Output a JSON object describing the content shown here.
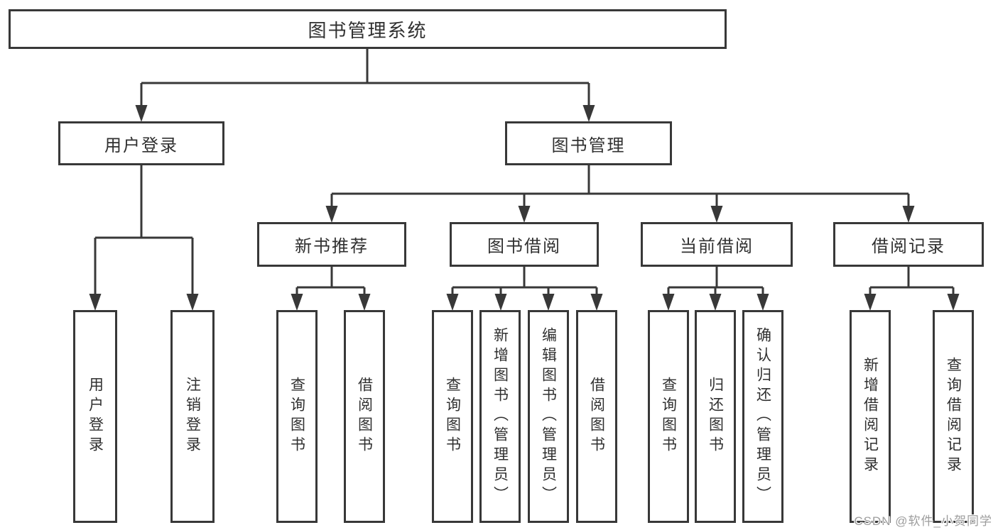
{
  "diagram": {
    "root": {
      "label": "图书管理系统"
    },
    "level2": {
      "user_login": {
        "label": "用户登录"
      },
      "book_mgmt": {
        "label": "图书管理"
      }
    },
    "level3": {
      "new_book_rec": {
        "label": "新书推荐"
      },
      "book_borrow": {
        "label": "图书借阅"
      },
      "current_borrow": {
        "label": "当前借阅"
      },
      "borrow_record": {
        "label": "借阅记录"
      }
    },
    "leaves": {
      "login_user": {
        "label": "用户登录"
      },
      "login_out": {
        "label": "注销登录"
      },
      "rec_query": {
        "label": "查询图书"
      },
      "rec_borrow": {
        "label": "借阅图书"
      },
      "bb_query": {
        "label": "查询图书"
      },
      "bb_add": {
        "label": "新增图书（管理员）"
      },
      "bb_edit": {
        "label": "编辑图书（管理员）"
      },
      "bb_borrow": {
        "label": "借阅图书"
      },
      "cb_query": {
        "label": "查询图书"
      },
      "cb_return": {
        "label": "归还图书"
      },
      "cb_confirm": {
        "label": "确认归还（管理员）"
      },
      "br_add": {
        "label": "新增借阅记录"
      },
      "br_query": {
        "label": "查询借阅记录"
      }
    }
  },
  "watermark": {
    "text": "CSDN @软件_小贺同学"
  },
  "colors": {
    "line": "#383838",
    "text": "#303030",
    "box_background": "#ffffff",
    "watermark": "#9d9d9d",
    "page_background": "#ffffff"
  }
}
